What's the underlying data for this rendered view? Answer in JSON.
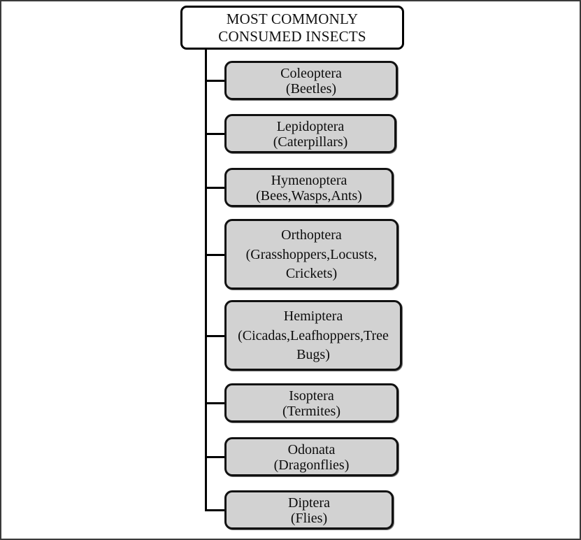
{
  "diagram": {
    "type": "tree",
    "orientation": "vertical-trunk-right-branches",
    "root": {
      "label": "MOST COMMONLY CONSUMED INSECTS",
      "lines": [
        "MOST COMMONLY",
        "CONSUMED INSECTS"
      ],
      "fill": "#ffffff",
      "border": "#000000"
    },
    "node_fill": "#d2d2d2",
    "node_border": "#111111",
    "connector_color": "#000000",
    "frame_border": "#3a3a3a",
    "children": [
      {
        "order": "Coleoptera",
        "common": "(Beetles)",
        "lines": [
          "Coleoptera",
          "(Beetles)"
        ]
      },
      {
        "order": "Lepidoptera",
        "common": "(Caterpillars)",
        "lines": [
          "Lepidoptera",
          "(Caterpillars)"
        ]
      },
      {
        "order": "Hymenoptera",
        "common": "(Bees,Wasps,Ants)",
        "lines": [
          "Hymenoptera",
          "(Bees,Wasps,Ants)"
        ]
      },
      {
        "order": "Orthoptera",
        "common": "(Grasshoppers,Locusts,Crickets)",
        "lines": [
          "Orthoptera",
          "(Grasshoppers,Locusts,",
          "Crickets)"
        ]
      },
      {
        "order": "Hemiptera",
        "common": "(Cicadas,Leafhoppers,Tree Bugs)",
        "lines": [
          "Hemiptera",
          "(Cicadas,Leafhoppers,Tree",
          "Bugs)"
        ]
      },
      {
        "order": "Isoptera",
        "common": "(Termites)",
        "lines": [
          "Isoptera",
          "(Termites)"
        ]
      },
      {
        "order": "Odonata",
        "common": "(Dragonflies)",
        "lines": [
          "Odonata",
          "(Dragonflies)"
        ]
      },
      {
        "order": "Diptera",
        "common": "(Flies)",
        "lines": [
          "Diptera",
          "(Flies)"
        ]
      }
    ]
  }
}
